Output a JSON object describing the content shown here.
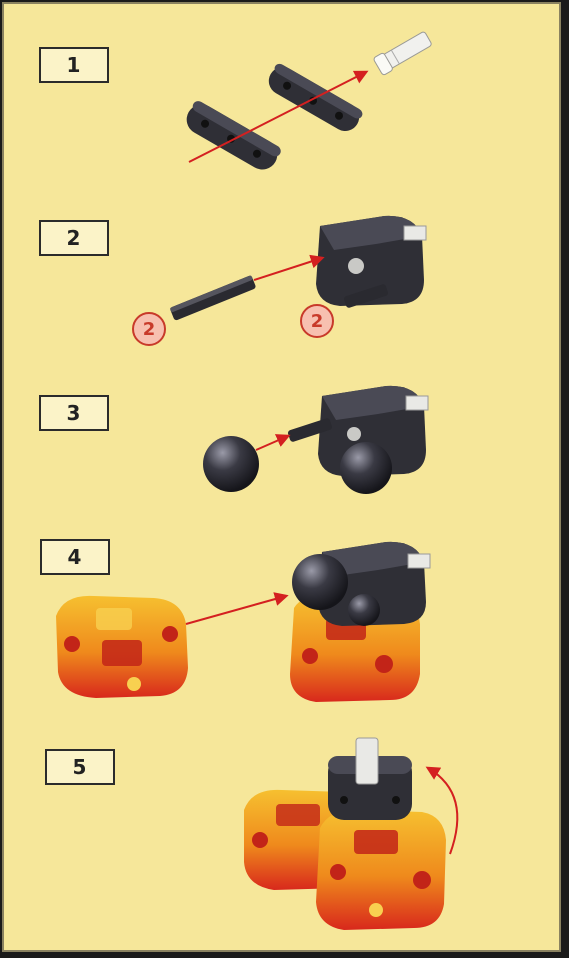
{
  "steps": [
    {
      "number": "1"
    },
    {
      "number": "2"
    },
    {
      "number": "3"
    },
    {
      "number": "4"
    },
    {
      "number": "5"
    }
  ],
  "step2": {
    "quantity_left": "2",
    "quantity_right": "2"
  },
  "colors": {
    "background": "#f6e79a",
    "beam": "#2f2f36",
    "orange_part": "#f0a020",
    "red_part": "#d8281c",
    "arrow": "#d42020"
  }
}
